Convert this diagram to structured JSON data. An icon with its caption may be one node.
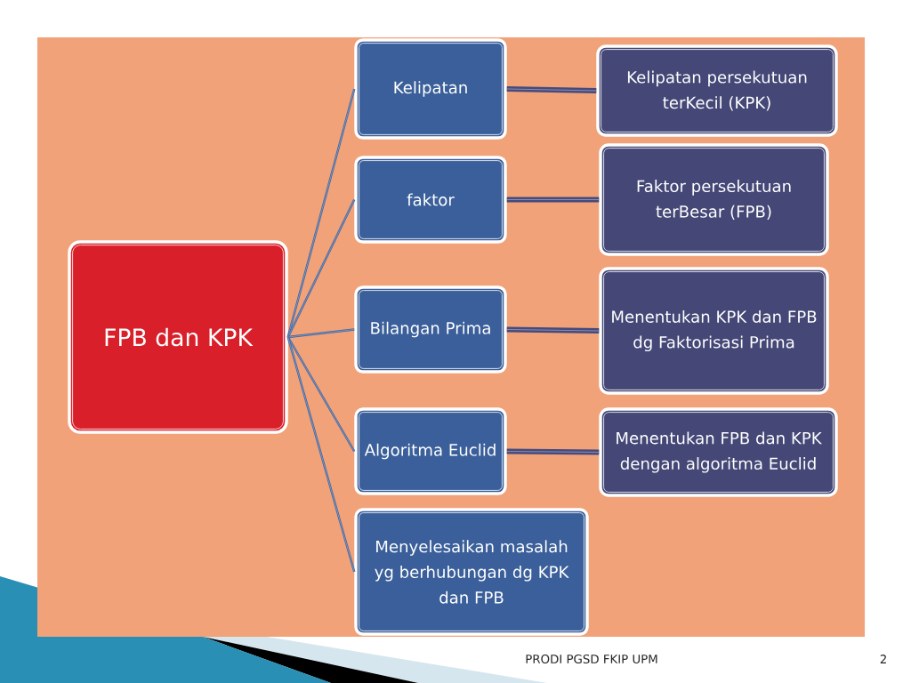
{
  "diagram": {
    "nodes": [
      {
        "text": [
          "FPB dan KPK"
        ]
      },
      {
        "text": [
          "Kelipatan"
        ]
      },
      {
        "text": [
          "Kelipatan persekutuan terKecil (KPK)"
        ]
      },
      {
        "text": [
          "faktor"
        ]
      },
      {
        "text": [
          "Faktor persekutuan terBesar (FPB)"
        ]
      },
      {
        "text": [
          "Bilangan Prima"
        ]
      },
      {
        "text": [
          "Menentukan KPK dan FPB dg Faktorisasi Prima"
        ]
      },
      {
        "text": [
          "Algoritma Euclid"
        ]
      },
      {
        "text": [
          "Menentukan FPB dan KPK dengan algoritma Euclid"
        ]
      },
      {
        "text": [
          "Menyelesaikan masalah yg berhubungan dg KPK dan FPB"
        ]
      }
    ],
    "edges": [
      {
        "from": 0,
        "to": 1,
        "arrow": "none"
      },
      {
        "from": 0,
        "to": 3,
        "arrow": "none"
      },
      {
        "from": 0,
        "to": 5,
        "arrow": "none"
      },
      {
        "from": 0,
        "to": 7,
        "arrow": "none"
      },
      {
        "from": 0,
        "to": 9,
        "arrow": "none"
      },
      {
        "from": 1,
        "to": 2,
        "arrow": "none",
        "style": "thick",
        "color": "#464a7c"
      },
      {
        "from": 3,
        "to": 4,
        "arrow": "none",
        "style": "thick",
        "color": "#464a7c"
      },
      {
        "from": 5,
        "to": 6,
        "arrow": "none",
        "style": "thick",
        "color": "#464a7c"
      },
      {
        "from": 7,
        "to": 8,
        "arrow": "none",
        "style": "thick",
        "color": "#464a7c"
      }
    ],
    "labels": [
      "PRODI PGSD FKIP UPM",
      "2"
    ]
  }
}
